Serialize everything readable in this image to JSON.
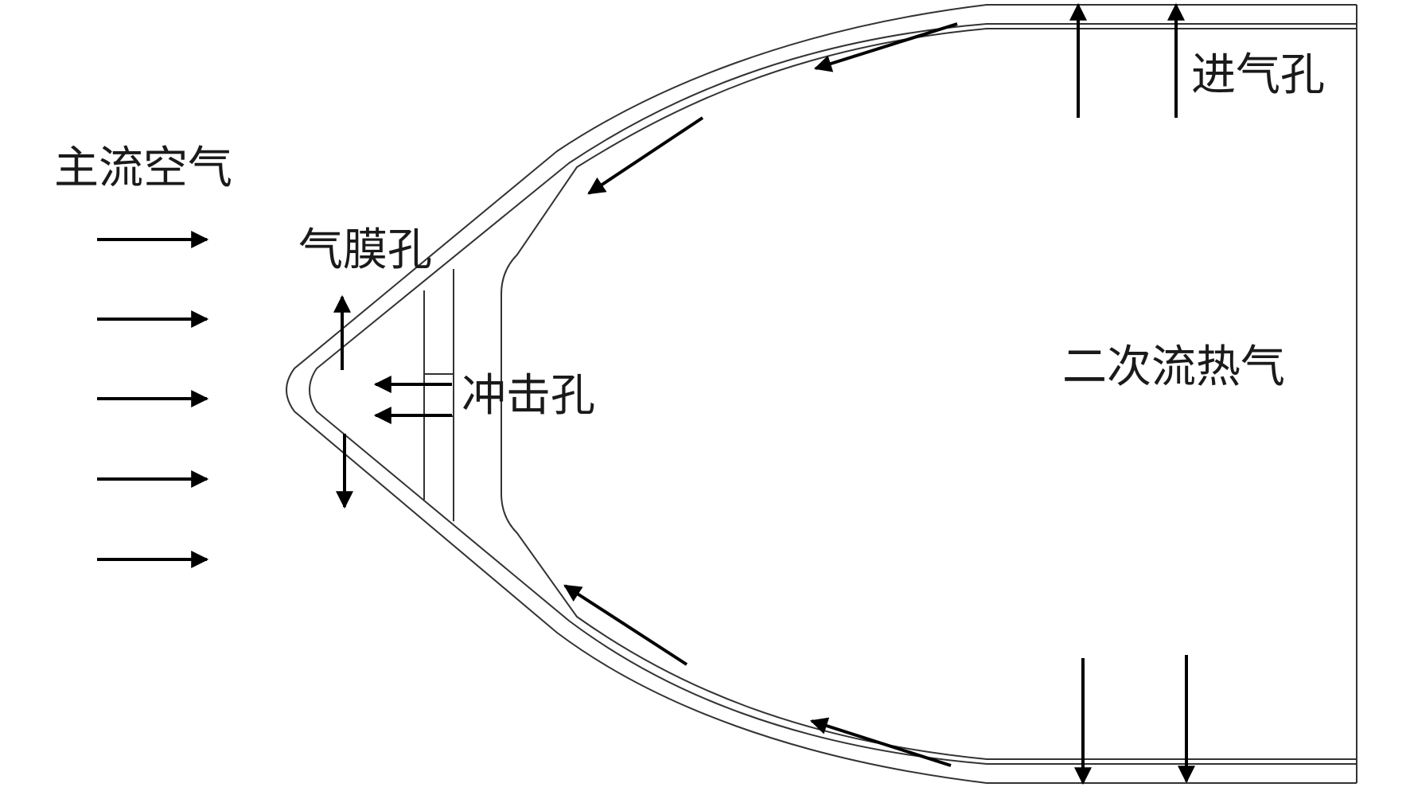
{
  "labels": {
    "mainstream_air": "主流空气",
    "film_hole": "气膜孔",
    "impingement_hole": "冲击孔",
    "secondary_hot_gas": "二次流热气",
    "inlet_hole": "进气孔"
  },
  "colors": {
    "line": "#333333",
    "arrow": "#000000",
    "text": "#1a1a1a",
    "background": "#ffffff"
  }
}
